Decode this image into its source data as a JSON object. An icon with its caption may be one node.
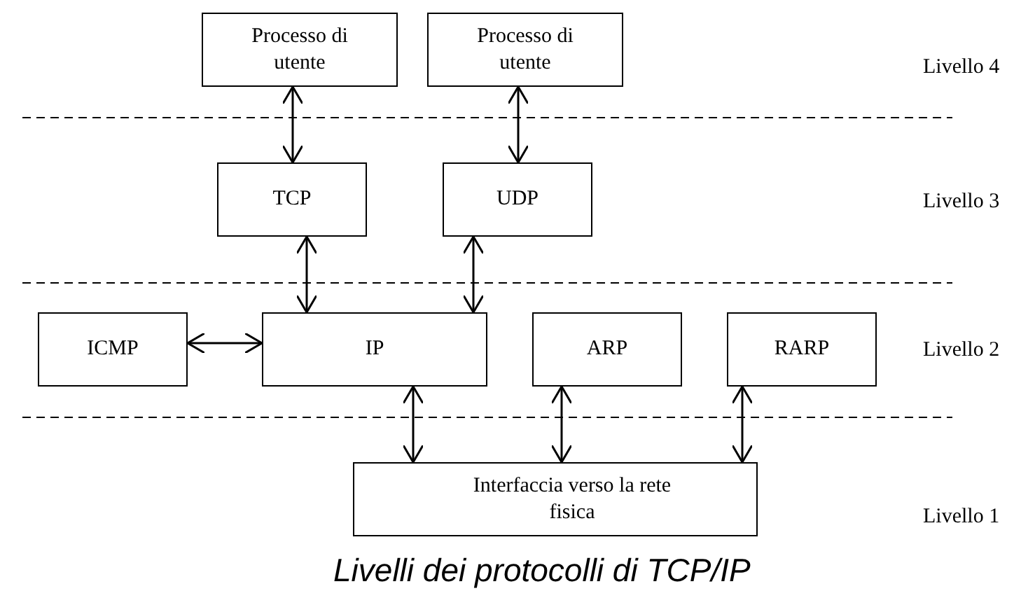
{
  "diagram": {
    "caption": "Livelli dei protocolli di TCP/IP",
    "nodes": [
      {
        "text": [
          "Processo di utente"
        ]
      },
      {
        "text": [
          "Processo di utente"
        ]
      },
      {
        "text": [
          "TCP"
        ]
      },
      {
        "text": [
          "UDP"
        ]
      },
      {
        "text": [
          "ICMP"
        ]
      },
      {
        "text": [
          "IP"
        ]
      },
      {
        "text": [
          "ARP"
        ]
      },
      {
        "text": [
          "RARP"
        ]
      },
      {
        "text": [
          "Interfaccia verso la rete fisica"
        ]
      }
    ],
    "edges": [
      {
        "from": 0,
        "to": 2,
        "arrow": "both"
      },
      {
        "from": 1,
        "to": 3,
        "arrow": "both"
      },
      {
        "from": 2,
        "to": 5,
        "arrow": "both"
      },
      {
        "from": 3,
        "to": 5,
        "arrow": "both"
      },
      {
        "from": 4,
        "to": 5,
        "arrow": "both"
      },
      {
        "from": 5,
        "to": 8,
        "arrow": "both"
      },
      {
        "from": 6,
        "to": 8,
        "arrow": "both"
      },
      {
        "from": 7,
        "to": 8,
        "arrow": "both"
      }
    ],
    "labels": [
      "Livello 4",
      "Livello 3",
      "Livello 2",
      "Livello 1"
    ]
  }
}
